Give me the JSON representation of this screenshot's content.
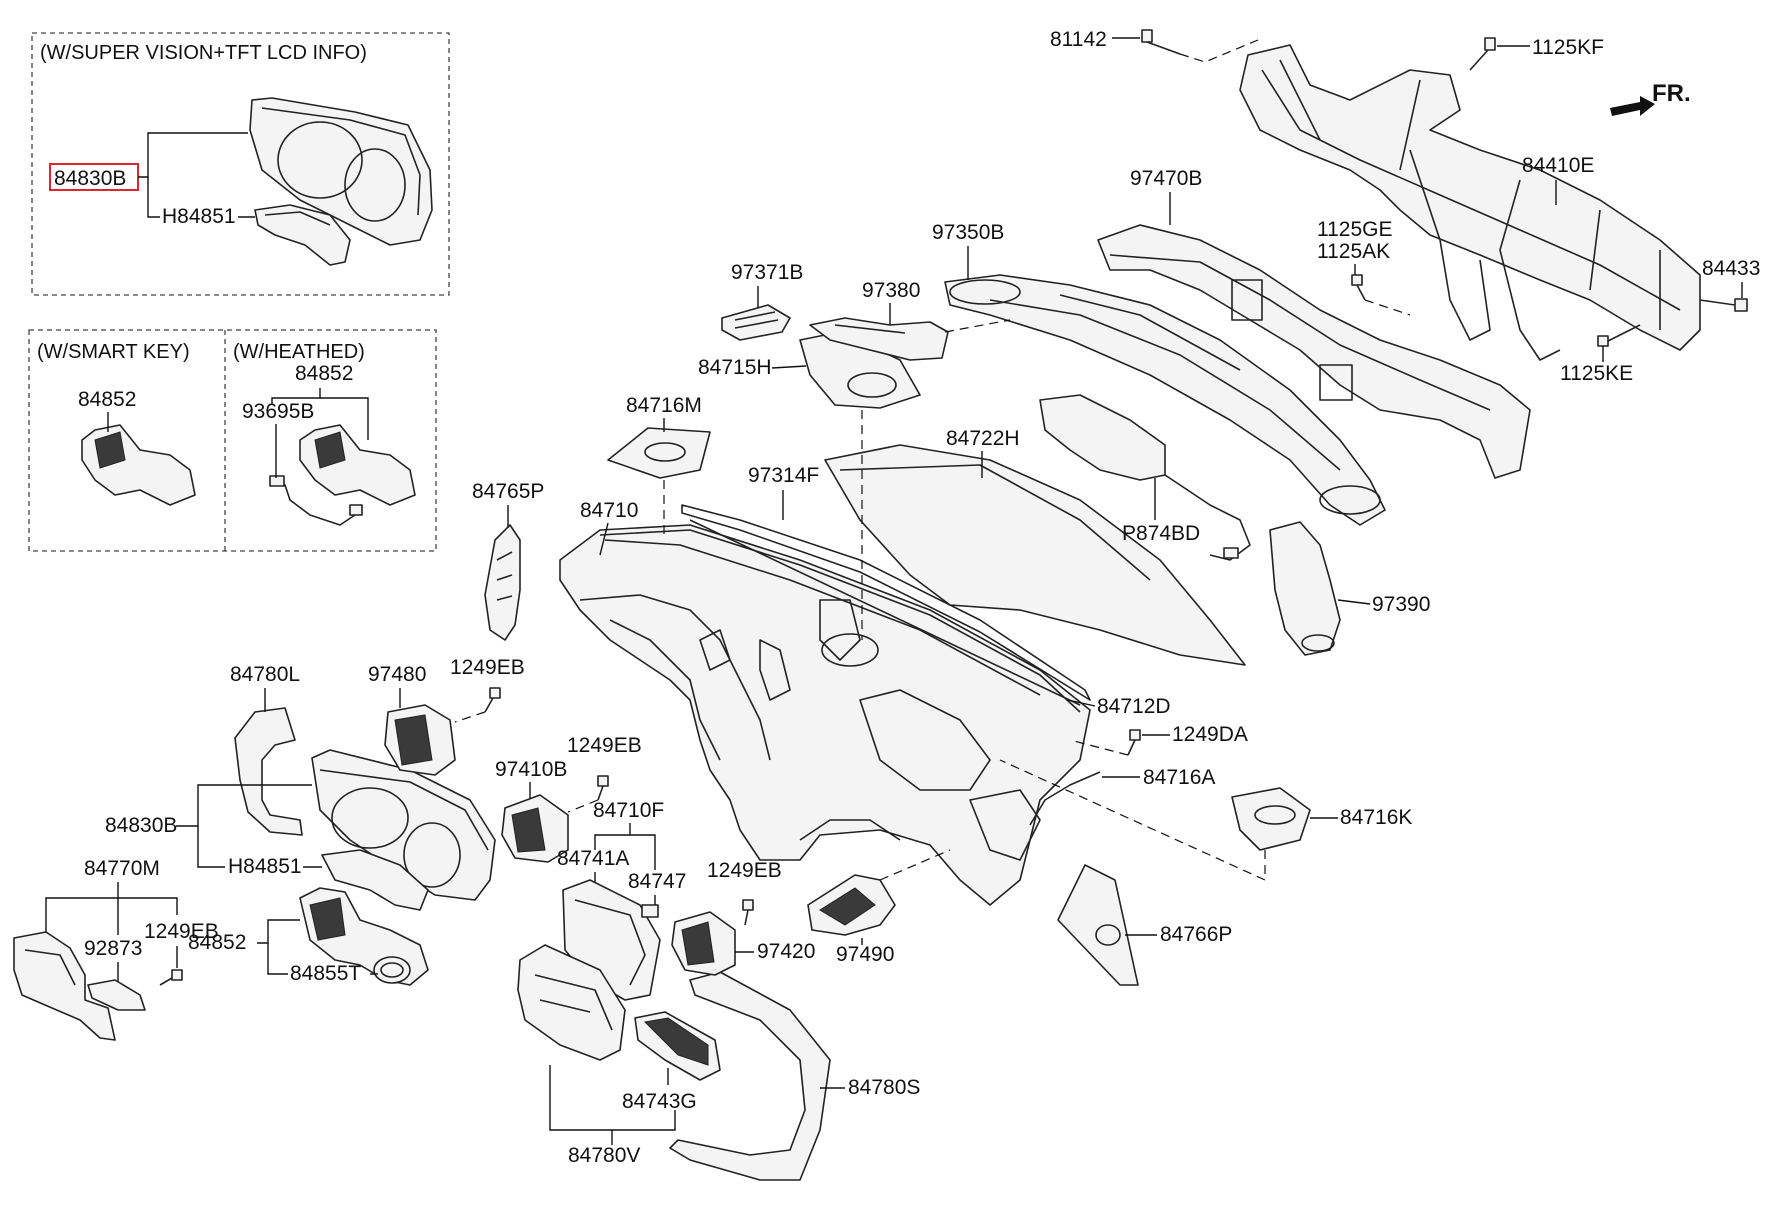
{
  "groups": {
    "super_vision": "(W/SUPER VISION+TFT LCD INFO)",
    "smart_key": "(W/SMART KEY)",
    "heathed": "(W/HEATHED)"
  },
  "direction": "FR.",
  "highlighted_part": "84830B",
  "labels": {
    "p81142": "81142",
    "p1125KF": "1125KF",
    "p84410E": "84410E",
    "p1125GE": "1125GE",
    "p1125AK": "1125AK",
    "p84433": "84433",
    "p1125KE": "1125KE",
    "p97470B": "97470B",
    "p97350B": "97350B",
    "p97371B": "97371B",
    "p97380": "97380",
    "p84715H": "84715H",
    "p84716M": "84716M",
    "p84722H": "84722H",
    "p97314F": "97314F",
    "p84765P": "84765P",
    "p84710": "84710",
    "pP874BD": "P874BD",
    "p97390": "97390",
    "p84712D": "84712D",
    "p1249DA": "1249DA",
    "p84716A": "84716A",
    "p84716K": "84716K",
    "p84830B_top": "84830B",
    "pH84851_top": "H84851",
    "p84852_sk": "84852",
    "p84852_ht": "84852",
    "p93695B": "93695B",
    "p84780L": "84780L",
    "p97480": "97480",
    "p1249EB_a": "1249EB",
    "p1249EB_b": "1249EB",
    "p97410B": "97410B",
    "p84710F": "84710F",
    "p84830B": "84830B",
    "pH84851": "H84851",
    "p84741A": "84741A",
    "p84747": "84747",
    "p1249EB_c": "1249EB",
    "p97420": "97420",
    "p97490": "97490",
    "p84766P": "84766P",
    "p84770M": "84770M",
    "p92873": "92873",
    "p1249EB_d": "1249EB",
    "p84852": "84852",
    "p84855T": "84855T",
    "p84743G": "84743G",
    "p84780S": "84780S",
    "p84780V": "84780V"
  }
}
